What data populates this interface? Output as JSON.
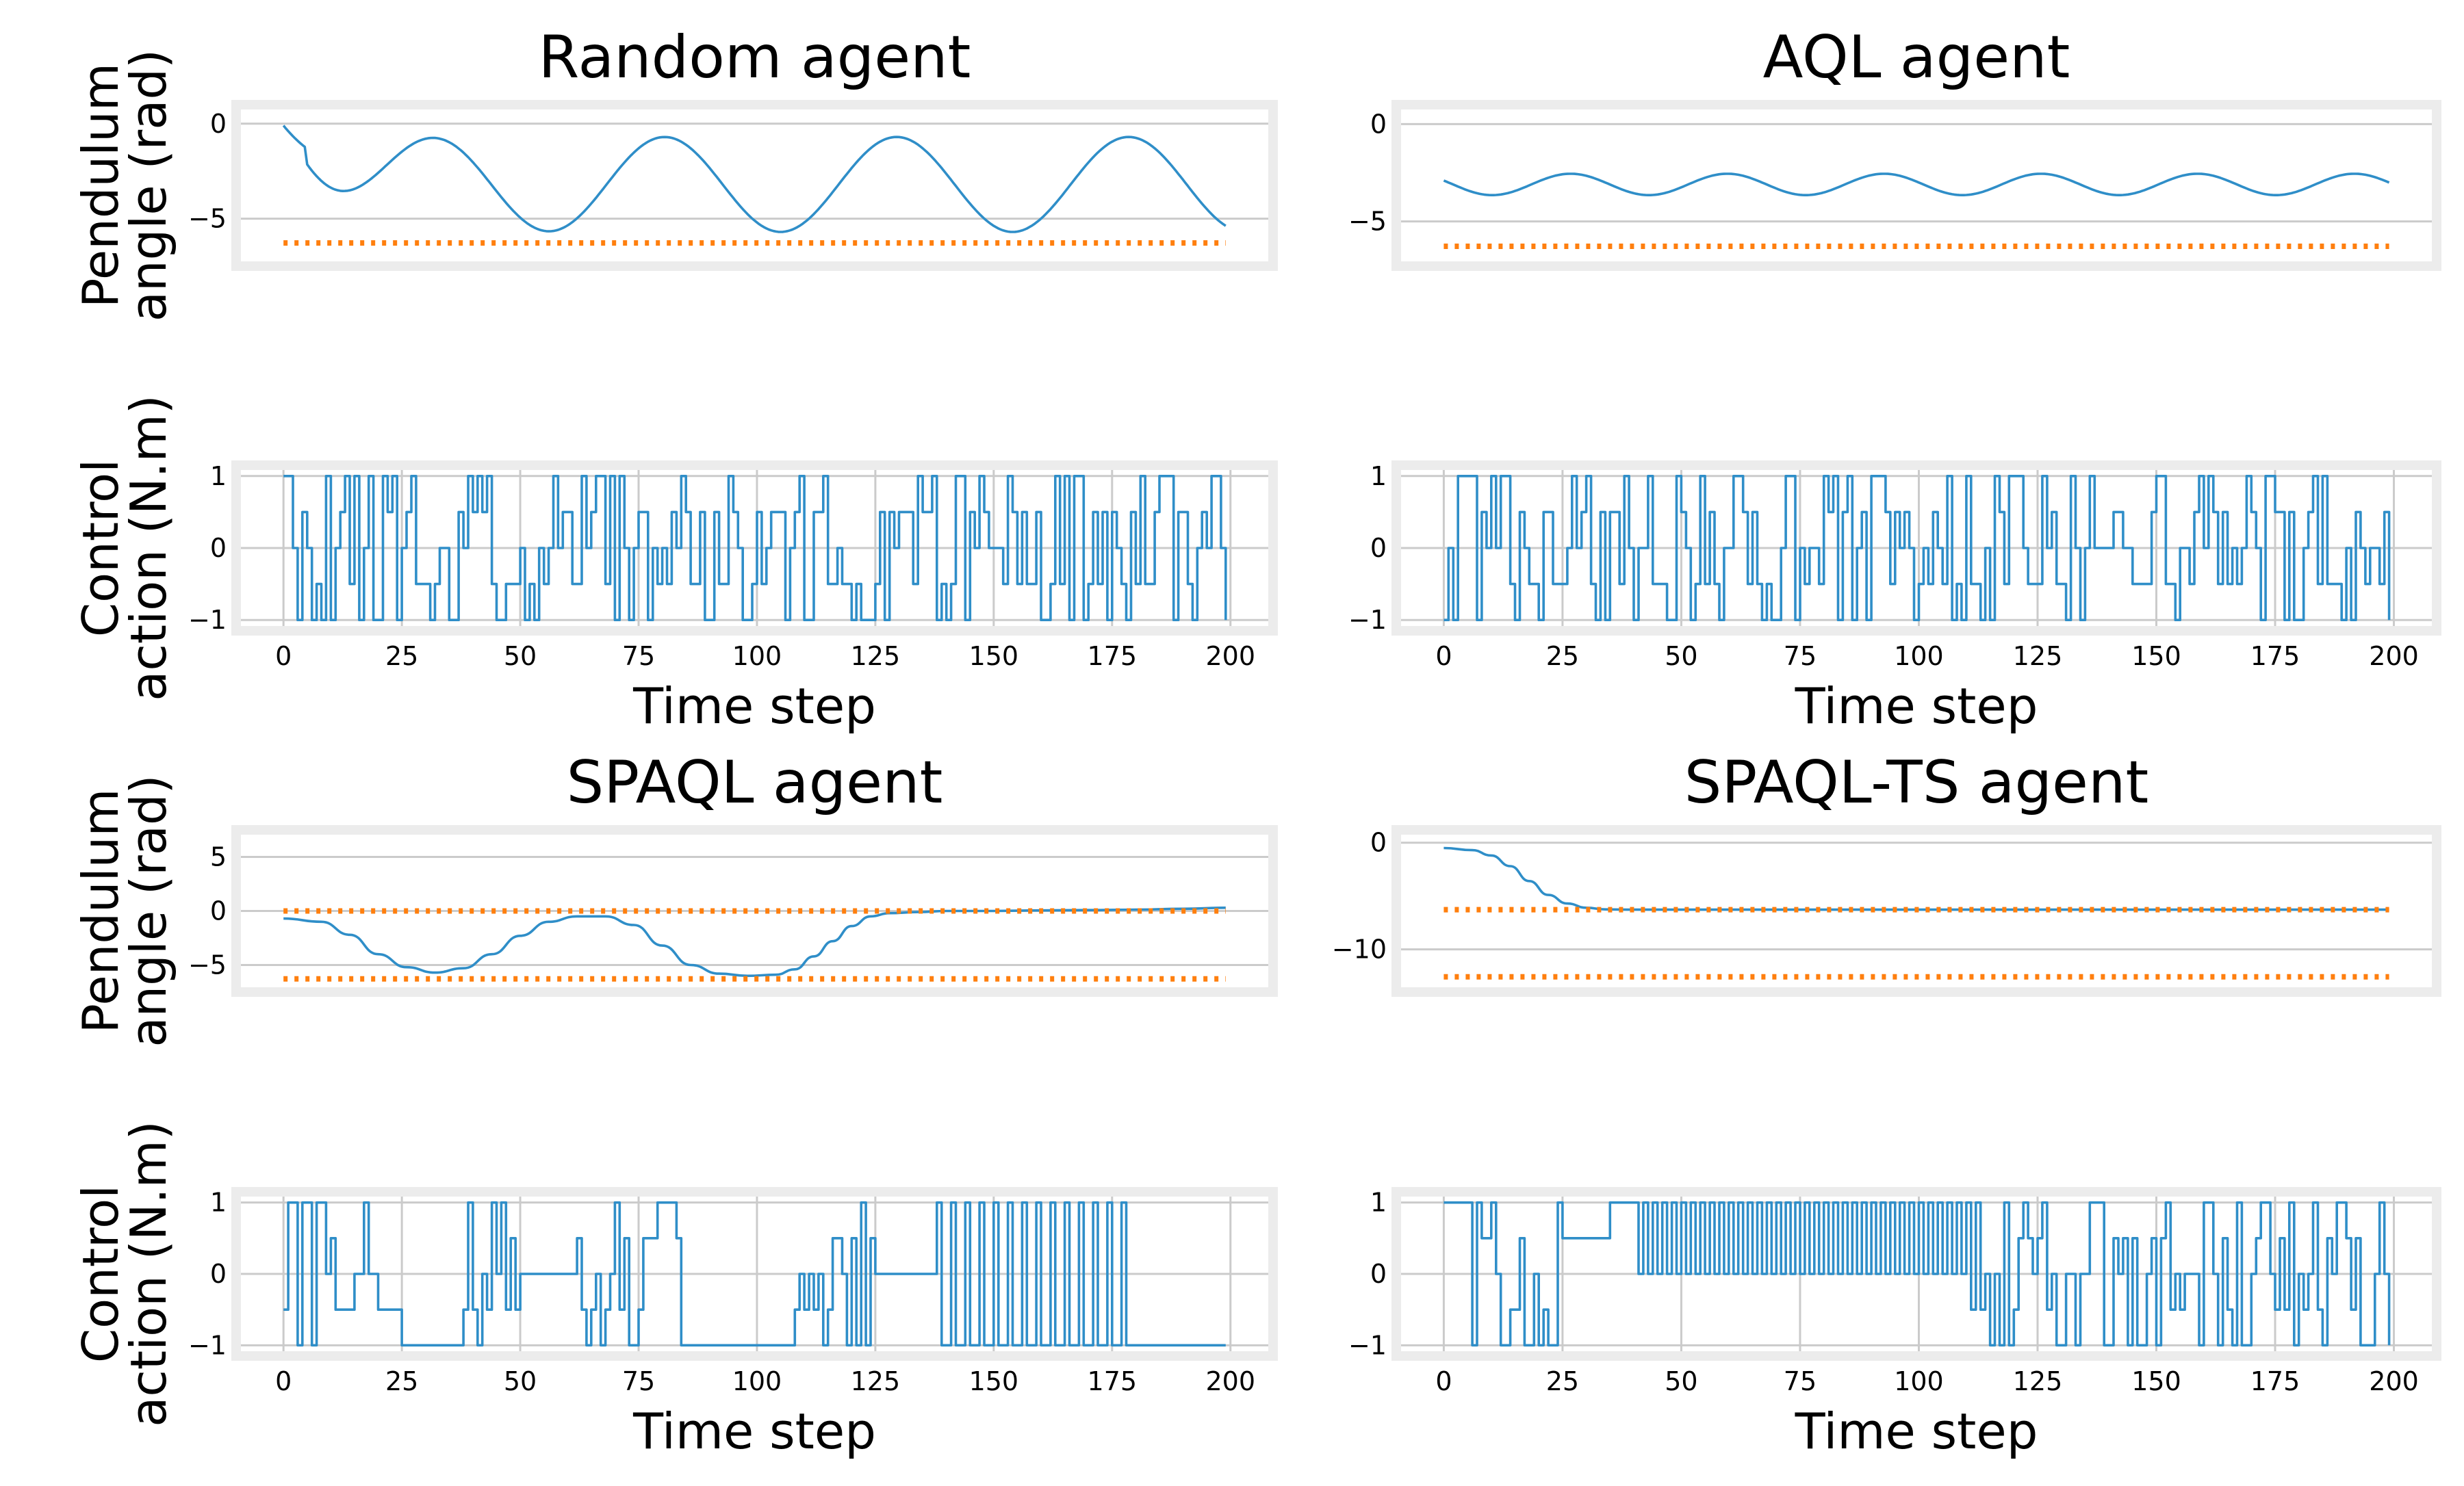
{
  "chart_data": [
    {
      "id": "random-angle",
      "type": "line",
      "title": "Random agent",
      "ylabel": [
        "Pendulum",
        "angle (rad)"
      ],
      "xlabel": "",
      "xlim": [
        -10,
        209
      ],
      "ylim": [
        -7.5,
        1
      ],
      "xticks": [],
      "yticks": [
        0,
        -5
      ],
      "ytick_labels": [
        "0",
        "−5"
      ],
      "xgrid": false,
      "series": [
        {
          "kind": "sine",
          "amp": 2.5,
          "offset": -3.2,
          "period": 49,
          "phase": 3.25,
          "decay": 24,
          "x0": 0,
          "x1": 199
        },
        {
          "kind": "ref",
          "value": -6.28
        }
      ]
    },
    {
      "id": "random-action",
      "type": "line",
      "title": "",
      "ylabel": [
        "Control",
        "action (N.m)"
      ],
      "xlabel": "Time step",
      "xlim": [
        -10,
        209
      ],
      "ylim": [
        -1.15,
        1.15
      ],
      "xticks": [
        0,
        25,
        50,
        75,
        100,
        125,
        150,
        175,
        200
      ],
      "xtick_labels": [
        "0",
        "25",
        "50",
        "75",
        "100",
        "125",
        "150",
        "175",
        "200"
      ],
      "yticks": [
        1,
        0,
        -1
      ],
      "ytick_labels": [
        "1",
        "0",
        "−1"
      ],
      "xgrid": true,
      "series": [
        {
          "kind": "step",
          "seed": 11,
          "pattern": "random",
          "x0": 0,
          "x1": 199
        }
      ]
    },
    {
      "id": "aql-angle",
      "type": "line",
      "title": "AQL agent",
      "ylabel": [
        "",
        ""
      ],
      "xlabel": "",
      "xlim": [
        -10,
        209
      ],
      "ylim": [
        -7.3,
        1
      ],
      "xticks": [],
      "yticks": [
        0,
        -5
      ],
      "ytick_labels": [
        "0",
        "−5"
      ],
      "xgrid": false,
      "series": [
        {
          "kind": "sine",
          "amp": 0.55,
          "offset": -3.1,
          "period": 33,
          "phase": 1.2,
          "decay": 0,
          "x0": 0,
          "x1": 199
        },
        {
          "kind": "ref",
          "value": -6.28
        }
      ]
    },
    {
      "id": "aql-action",
      "type": "line",
      "title": "",
      "ylabel": [
        "",
        ""
      ],
      "xlabel": "Time step",
      "xlim": [
        -10,
        209
      ],
      "ylim": [
        -1.15,
        1.15
      ],
      "xticks": [
        0,
        25,
        50,
        75,
        100,
        125,
        150,
        175,
        200
      ],
      "xtick_labels": [
        "0",
        "25",
        "50",
        "75",
        "100",
        "125",
        "150",
        "175",
        "200"
      ],
      "yticks": [
        1,
        0,
        -1
      ],
      "ytick_labels": [
        "1",
        "0",
        "−1"
      ],
      "xgrid": true,
      "series": [
        {
          "kind": "step",
          "seed": 27,
          "pattern": "random",
          "x0": 0,
          "x1": 199
        }
      ]
    },
    {
      "id": "spaql-angle",
      "type": "line",
      "title": "SPAQL agent",
      "ylabel": [
        "Pendulum",
        "angle (rad)"
      ],
      "xlabel": "",
      "xlim": [
        -10,
        209
      ],
      "ylim": [
        -7.5,
        7.5
      ],
      "xticks": [],
      "yticks": [
        5,
        0,
        -5
      ],
      "ytick_labels": [
        "5",
        "0",
        "−5"
      ],
      "xgrid": false,
      "series": [
        {
          "kind": "points",
          "x": [
            0,
            8,
            14,
            20,
            26,
            32,
            38,
            44,
            50,
            56,
            62,
            68,
            74,
            80,
            86,
            92,
            98,
            104,
            108,
            112,
            116,
            120,
            124,
            128,
            134,
            140,
            150,
            160,
            170,
            180,
            190,
            199
          ],
          "y": [
            -0.7,
            -1.0,
            -2.2,
            -4.0,
            -5.2,
            -5.7,
            -5.3,
            -4.0,
            -2.3,
            -1.0,
            -0.5,
            -0.5,
            -1.3,
            -3.2,
            -5.0,
            -5.8,
            -6.0,
            -5.9,
            -5.4,
            -4.2,
            -2.8,
            -1.4,
            -0.5,
            -0.2,
            -0.1,
            0.0,
            0.0,
            0.05,
            0.08,
            0.12,
            0.2,
            0.3
          ]
        },
        {
          "kind": "ref",
          "value": 0
        },
        {
          "kind": "ref",
          "value": -6.28
        }
      ]
    },
    {
      "id": "spaql-action",
      "type": "line",
      "title": "",
      "ylabel": [
        "Control",
        "action (N.m)"
      ],
      "xlabel": "Time step",
      "xlim": [
        -10,
        209
      ],
      "ylim": [
        -1.15,
        1.15
      ],
      "xticks": [
        0,
        25,
        50,
        75,
        100,
        125,
        150,
        175,
        200
      ],
      "xtick_labels": [
        "0",
        "25",
        "50",
        "75",
        "100",
        "125",
        "150",
        "175",
        "200"
      ],
      "yticks": [
        1,
        0,
        -1
      ],
      "ytick_labels": [
        "1",
        "0",
        "−1"
      ],
      "xgrid": true,
      "series": [
        {
          "kind": "step",
          "seed": 5,
          "pattern": "spaql",
          "x0": 0,
          "x1": 199
        }
      ]
    },
    {
      "id": "spaqlts-angle",
      "type": "line",
      "title": "SPAQL-TS agent",
      "ylabel": [
        "",
        ""
      ],
      "xlabel": "",
      "xlim": [
        -10,
        209
      ],
      "ylim": [
        -14,
        1.2
      ],
      "xticks": [],
      "yticks": [
        0,
        -10
      ],
      "ytick_labels": [
        "0",
        "−10"
      ],
      "xgrid": false,
      "series": [
        {
          "kind": "points",
          "x": [
            0,
            6,
            10,
            14,
            18,
            22,
            26,
            30,
            34,
            40,
            60,
            100,
            150,
            199
          ],
          "y": [
            -0.5,
            -0.7,
            -1.2,
            -2.2,
            -3.6,
            -4.9,
            -5.7,
            -6.1,
            -6.25,
            -6.28,
            -6.28,
            -6.28,
            -6.28,
            -6.28
          ]
        },
        {
          "kind": "ref",
          "value": -6.28
        },
        {
          "kind": "ref",
          "value": -12.57
        }
      ]
    },
    {
      "id": "spaqlts-action",
      "type": "line",
      "title": "",
      "ylabel": [
        "",
        ""
      ],
      "xlabel": "Time step",
      "xlim": [
        -10,
        209
      ],
      "ylim": [
        -1.15,
        1.15
      ],
      "xticks": [
        0,
        25,
        50,
        75,
        100,
        125,
        150,
        175,
        200
      ],
      "xtick_labels": [
        "0",
        "25",
        "50",
        "75",
        "100",
        "125",
        "150",
        "175",
        "200"
      ],
      "yticks": [
        1,
        0,
        -1
      ],
      "ytick_labels": [
        "1",
        "0",
        "−1"
      ],
      "xgrid": true,
      "series": [
        {
          "kind": "step",
          "seed": 9,
          "pattern": "ts",
          "x0": 0,
          "x1": 199
        }
      ]
    }
  ]
}
